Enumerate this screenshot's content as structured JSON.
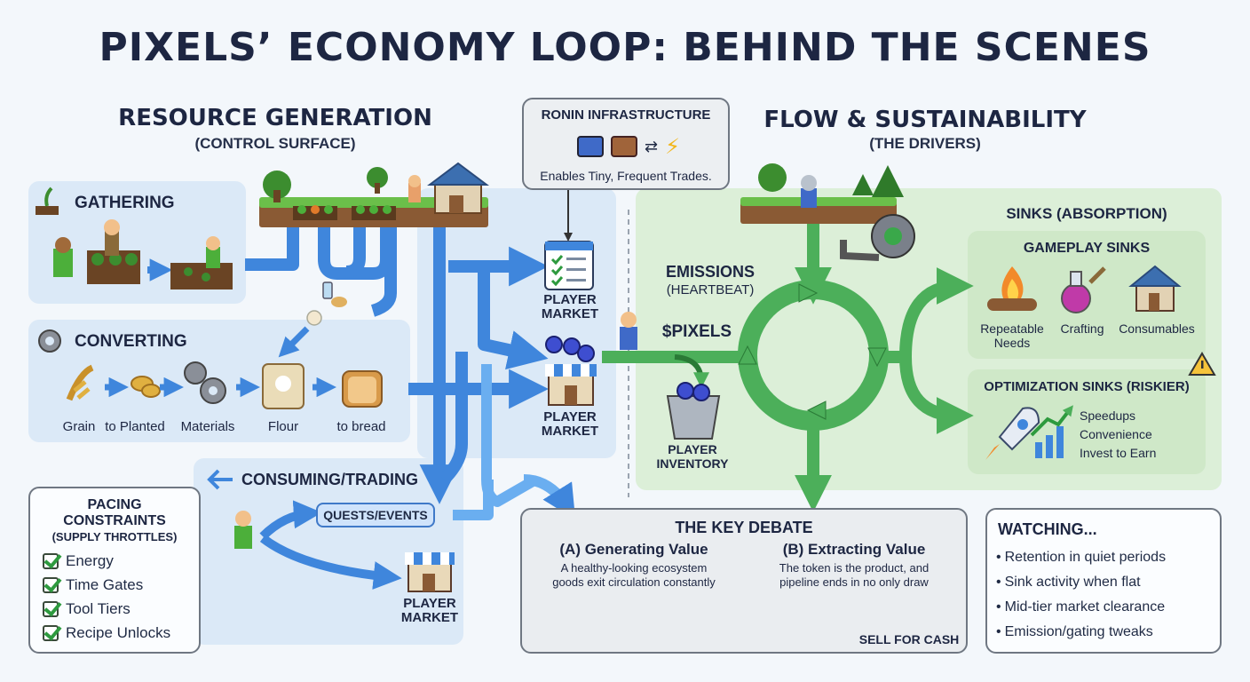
{
  "title": "PIXELS’ ECONOMY LOOP: BEHIND THE SCENES",
  "resource": {
    "title": "RESOURCE GENERATION",
    "subtitle": "(CONTROL SURFACE)",
    "gathering": "GATHERING",
    "converting": "CONVERTING",
    "convert_steps": [
      "Grain",
      "to Planted",
      "Materials",
      "Flour",
      "to bread"
    ],
    "consuming": "CONSUMING/TRADING",
    "quests": "QUESTS/EVENTS"
  },
  "ronin": {
    "title": "RONIN INFRASTRUCTURE",
    "caption": "Enables Tiny, Frequent Trades."
  },
  "market_label": "PLAYER MARKET",
  "market_line1": "PLAYER",
  "market_line2": "MARKET",
  "pacing": {
    "title_line1": "PACING",
    "title_line2": "CONSTRAINTS",
    "subtitle": "(SUPPLY THROTTLES)",
    "items": [
      "Energy",
      "Time Gates",
      "Tool Tiers",
      "Recipe Unlocks"
    ]
  },
  "flow": {
    "title": "FLOW & SUSTAINABILITY",
    "subtitle": "(THE DRIVERS)",
    "emissions": "EMISSIONS",
    "heartbeat": "(HEARTBEAT)",
    "pixels": "$PIXELS",
    "inventory_line1": "PLAYER",
    "inventory_line2": "INVENTORY"
  },
  "sinks": {
    "title": "SINKS (ABSORPTION)",
    "gameplay": "GAMEPLAY SINKS",
    "gameplay_items": [
      "Repeatable",
      "Needs",
      "Crafting",
      "Consumables"
    ],
    "optimization": "OPTIMIZATION SINKS (RISKIER)",
    "optimization_items": [
      "Speedups",
      "Convenience",
      "Invest to Earn"
    ]
  },
  "debate": {
    "title": "THE KEY DEBATE",
    "a_title": "(A) Generating Value",
    "a_line1": "A healthy-looking ecosystem",
    "a_line2": "goods exit circulation constantly",
    "b_title": "(B) Extracting Value",
    "b_line1": "The token is the product, and",
    "b_line2": "pipeline ends in no only draw",
    "sell": "SELL FOR CASH"
  },
  "watching": {
    "title": "WATCHING...",
    "items": [
      "Retention in quiet periods",
      "Sink activity when flat",
      "Mid-tier market clearance",
      "Emission/gating tweaks"
    ]
  },
  "colors": {
    "blue_pipe": "#3f86dc",
    "green_pipe": "#4caf5a",
    "navy": "#1d2642"
  }
}
